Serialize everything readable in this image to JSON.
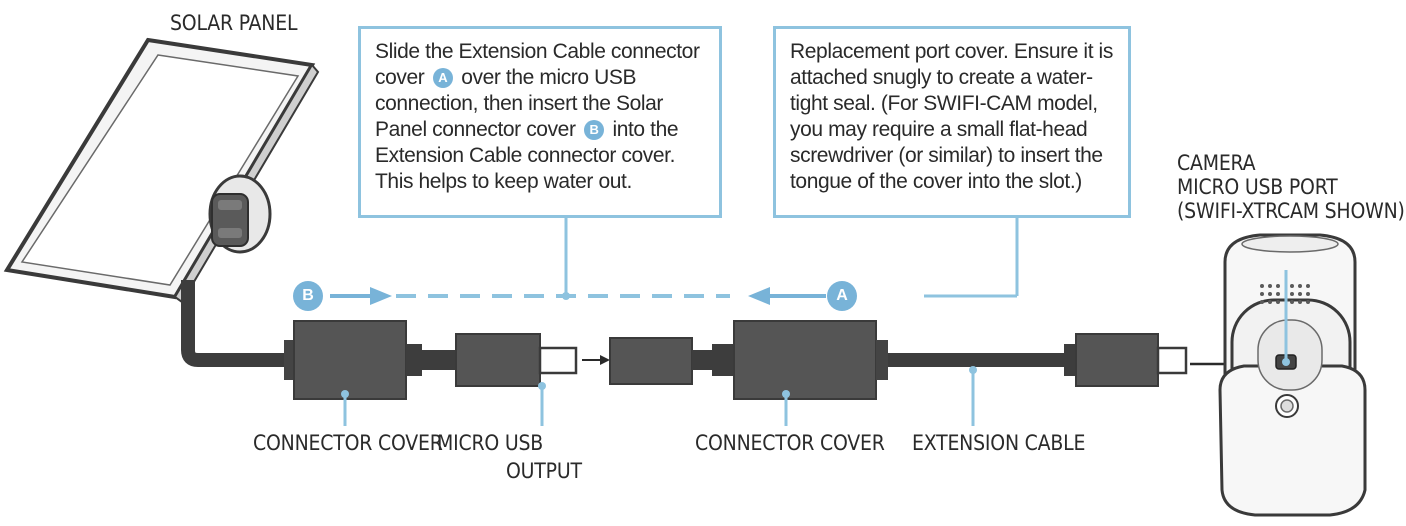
{
  "labels": {
    "solar_panel": "SOLAR PANEL",
    "connector_cover_left": "CONNECTOR COVER",
    "micro_usb_output_1": "MICRO USB",
    "micro_usb_output_2": "OUTPUT",
    "connector_cover_mid": "CONNECTOR COVER",
    "extension_cable": "EXTENSION CABLE",
    "camera_1": "CAMERA",
    "camera_2": "MICRO USB PORT",
    "camera_3": "(SWIFI-XTRCAM SHOWN)"
  },
  "callout_left": {
    "lines": [
      "Slide the Extension Cable connector",
      "over the micro USB",
      "connection, then insert the Solar",
      "into the",
      "Extension Cable connector cover.",
      "This helps to keep water out."
    ],
    "line2_prefix": "cover",
    "line4_prefix": "Panel connector cover",
    "badge_a": "A",
    "badge_b": "B"
  },
  "callout_right": {
    "lines": [
      "Replacement port cover. Ensure it is",
      "attached snugly to create a water-",
      "tight seal. (For SWIFI-CAM model,",
      "you may require a small flat-head",
      "screwdriver (or similar) to insert the",
      "tongue of the cover into the slot.)"
    ]
  },
  "badges": {
    "left": "B",
    "right": "A"
  },
  "colors": {
    "accent": "#8ec3df",
    "badge": "#78b3d8",
    "dark": "#4a4a4a",
    "cable": "#3d3d3d"
  }
}
